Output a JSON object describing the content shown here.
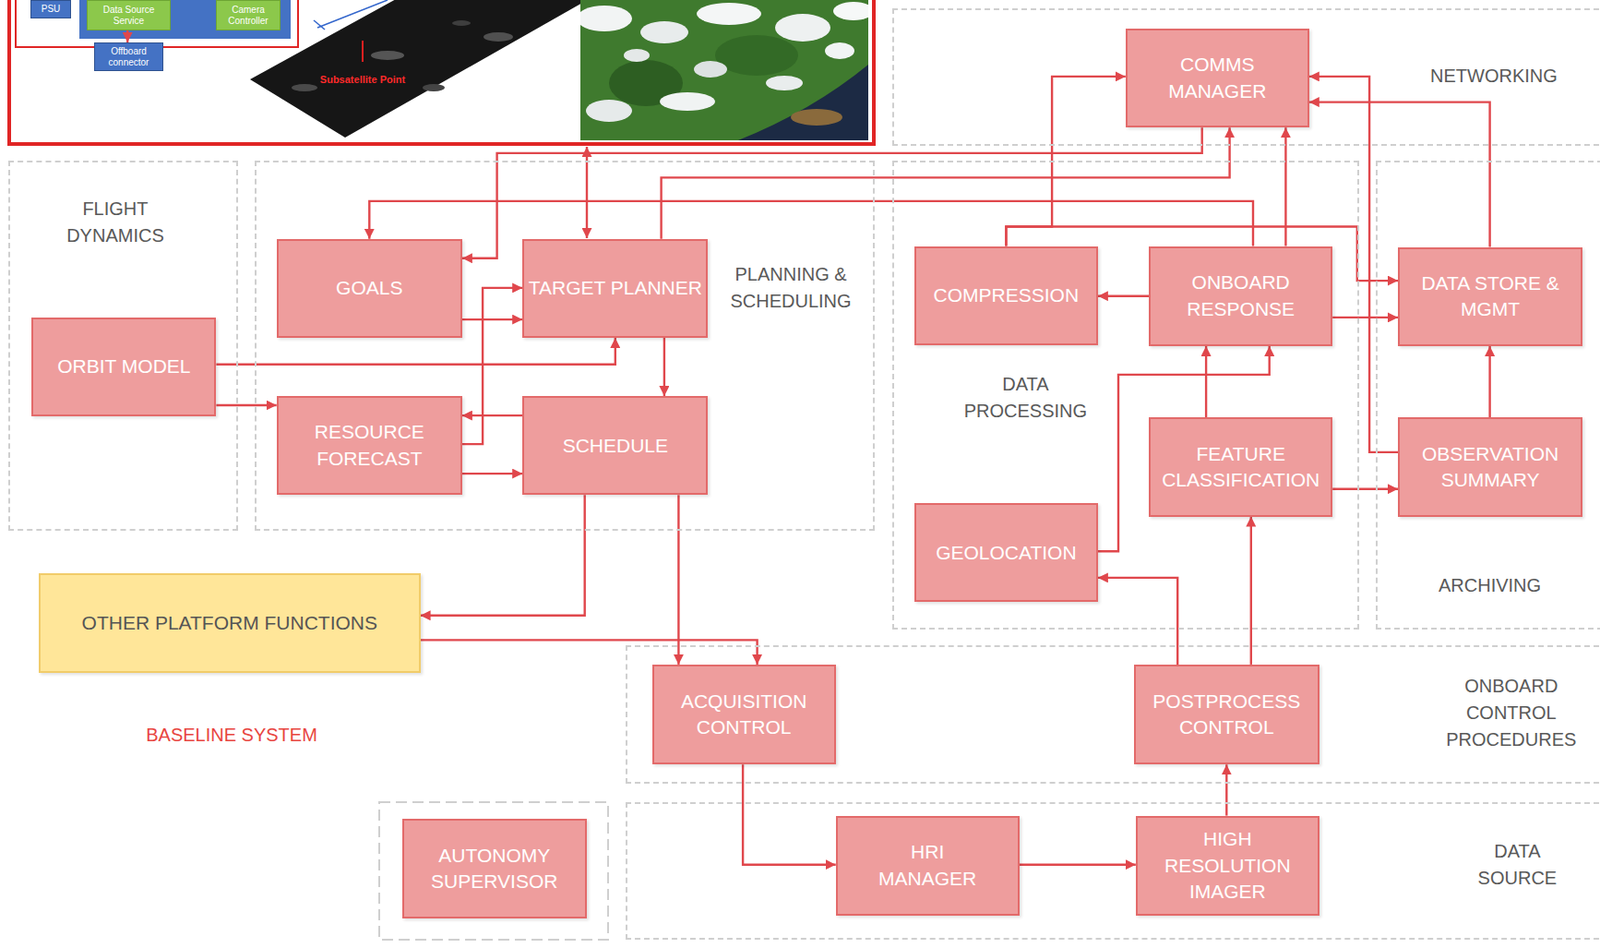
{
  "diagram": {
    "nodes": [
      {
        "text": [
          "PSU"
        ]
      },
      {
        "text": [
          "Data Source Service"
        ]
      },
      {
        "text": [
          "Camera Controller"
        ]
      },
      {
        "text": [
          "Offboard connector"
        ]
      },
      {
        "text": [
          "FLIGHT DYNAMICS"
        ]
      },
      {
        "text": [
          "ORBIT MODEL"
        ],
        "in": 4
      },
      {
        "text": [
          "PLANNING & SCHEDULING"
        ]
      },
      {
        "text": [
          "GOALS"
        ],
        "in": 6
      },
      {
        "text": [
          "TARGET PLANNER"
        ],
        "in": 6
      },
      {
        "text": [
          "RESOURCE FORECAST"
        ],
        "in": 6
      },
      {
        "text": [
          "SCHEDULE"
        ],
        "in": 6
      },
      {
        "text": [
          "NETWORKING"
        ]
      },
      {
        "text": [
          "COMMS MANAGER"
        ],
        "in": 11
      },
      {
        "text": [
          "DATA PROCESSING"
        ]
      },
      {
        "text": [
          "COMPRESSION"
        ],
        "in": 13
      },
      {
        "text": [
          "ONBOARD RESPONSE"
        ],
        "in": 13
      },
      {
        "text": [
          "FEATURE CLASSIFICATION"
        ],
        "in": 13
      },
      {
        "text": [
          "GEOLOCATION"
        ],
        "in": 13
      },
      {
        "text": [
          "ARCHIVING"
        ]
      },
      {
        "text": [
          "DATA STORE & MGMT"
        ],
        "in": 18
      },
      {
        "text": [
          "OBSERVATION SUMMARY"
        ],
        "in": 18
      },
      {
        "text": [
          "OTHER PLATFORM FUNCTIONS"
        ]
      },
      {
        "text": [
          "ONBOARD CONTROL PROCEDURES"
        ]
      },
      {
        "text": [
          "ACQUISITION CONTROL"
        ],
        "in": 22
      },
      {
        "text": [
          "POSTPROCESS CONTROL"
        ],
        "in": 22
      },
      {
        "text": [
          "AUTONOMY SUPERVISOR"
        ]
      },
      {
        "text": [
          "DATA SOURCE"
        ]
      },
      {
        "text": [
          "HRI MANAGER"
        ],
        "in": 26
      },
      {
        "text": [
          "HIGH RESOLUTION IMAGER"
        ],
        "in": 26
      }
    ],
    "edges": [
      {
        "from": 1,
        "to": 3,
        "arrow": "to"
      },
      {
        "from": 5,
        "to": 8,
        "arrow": "to"
      },
      {
        "from": 5,
        "to": 9,
        "arrow": "to"
      },
      {
        "from": 7,
        "to": 8,
        "arrow": "to"
      },
      {
        "from": 9,
        "to": 8,
        "arrow": "to"
      },
      {
        "from": 10,
        "to": 9,
        "arrow": "to"
      },
      {
        "from": 9,
        "to": 10,
        "arrow": "to"
      },
      {
        "from": 8,
        "to": 10,
        "arrow": "to"
      },
      {
        "from": 10,
        "to": 21,
        "arrow": "to"
      },
      {
        "from": 10,
        "to": 23,
        "arrow": "to"
      },
      {
        "from": 21,
        "to": 23,
        "arrow": "to"
      },
      {
        "from": 23,
        "to": 27,
        "arrow": "to"
      },
      {
        "from": 27,
        "to": 28,
        "arrow": "to"
      },
      {
        "from": 28,
        "to": 24,
        "arrow": "to"
      },
      {
        "from": 24,
        "to": 17,
        "arrow": "to"
      },
      {
        "from": 24,
        "to": 16,
        "arrow": "to"
      },
      {
        "from": 16,
        "to": 15,
        "arrow": "to"
      },
      {
        "from": 17,
        "to": 15,
        "arrow": "to"
      },
      {
        "from": 16,
        "to": 20,
        "arrow": "to"
      },
      {
        "from": 20,
        "to": 19,
        "arrow": "to"
      },
      {
        "from": 15,
        "to": 14,
        "arrow": "to"
      },
      {
        "from": 15,
        "to": 19,
        "arrow": "to"
      },
      {
        "from": 15,
        "to": 12,
        "arrow": "to"
      },
      {
        "from": 19,
        "to": 12,
        "arrow": "to"
      },
      {
        "from": 20,
        "to": 12,
        "arrow": "to"
      },
      {
        "from": 14,
        "to": 12,
        "arrow": "to"
      },
      {
        "from": 14,
        "to": 19,
        "arrow": "to"
      },
      {
        "from": 12,
        "to": 7,
        "arrow": "to"
      },
      {
        "from": 15,
        "to": 7,
        "arrow": "to"
      },
      {
        "from": 8,
        "to": 12,
        "arrow": "to"
      }
    ],
    "labels": [
      "Subsatellite Point",
      "BASELINE SYSTEM"
    ]
  }
}
